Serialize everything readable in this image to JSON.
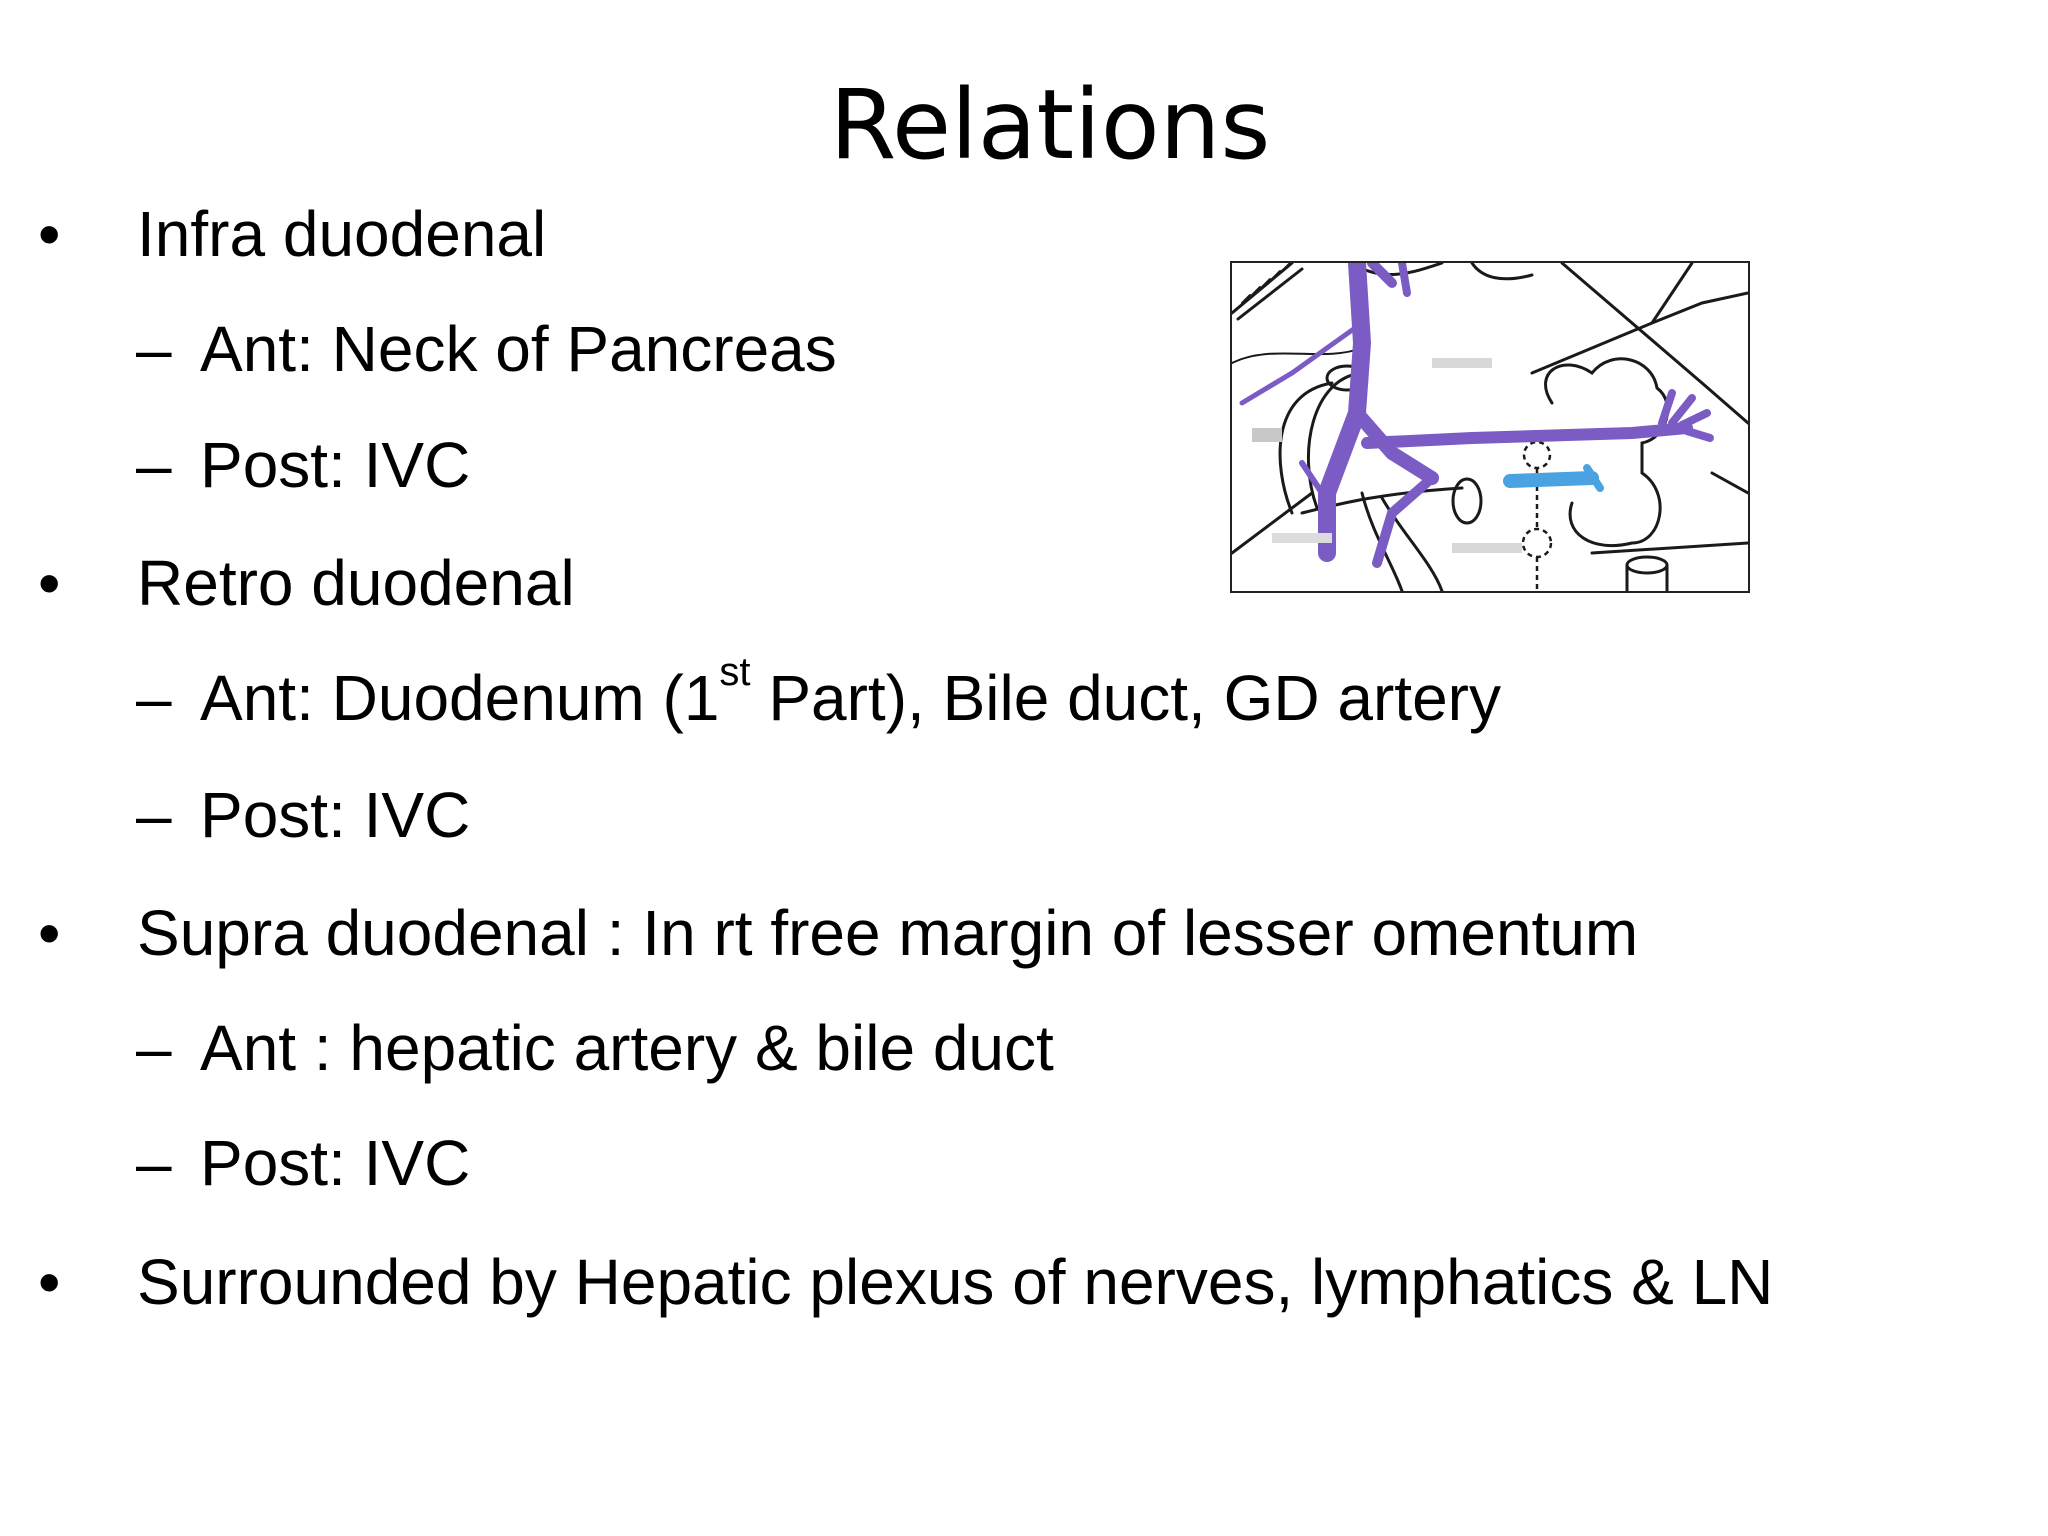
{
  "slide": {
    "title": "Relations",
    "bullet_symbol": "•",
    "dash_symbol": "–",
    "items": [
      {
        "text": "Infra duodenal"
      },
      {
        "text": "Ant: Neck of Pancreas"
      },
      {
        "text": "Post: IVC"
      },
      {
        "text": "Retro duodenal"
      },
      {
        "text_before": "Ant:  Duodenum (1",
        "sup": "st",
        "text_after": " Part), Bile duct, GD artery"
      },
      {
        "text": "Post: IVC"
      },
      {
        "text": "Supra duodenal : In rt free margin of lesser omentum"
      },
      {
        "text": "Ant : hepatic artery & bile duct"
      },
      {
        "text": "Post: IVC"
      },
      {
        "text": "Surrounded by Hepatic plexus of nerves, lymphatics & LN"
      }
    ]
  },
  "figure": {
    "colors": {
      "vein": "#7a5cc4",
      "duct": "#4aa3e0",
      "outline": "#1a1a1a"
    }
  }
}
